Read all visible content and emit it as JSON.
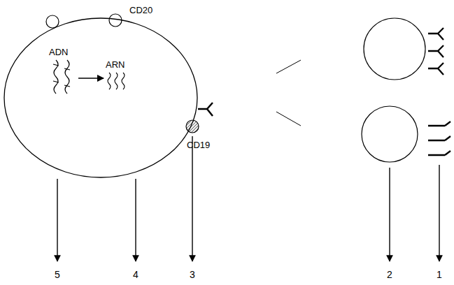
{
  "diagram": {
    "nodes": [
      {
        "text": [
          "CD20",
          "ADN",
          "ARN",
          "CD19"
        ]
      }
    ],
    "labels": [
      "5",
      "4",
      "3",
      "2",
      "1"
    ]
  }
}
